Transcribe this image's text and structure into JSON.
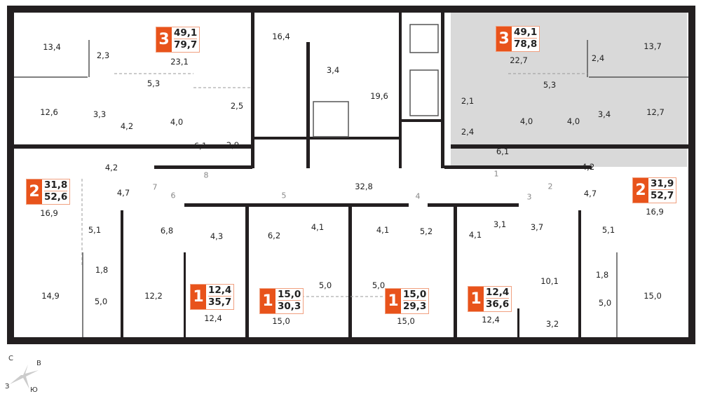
{
  "apartments": [
    {
      "rooms": "3",
      "living_area": "49,1",
      "total_area": "79,7",
      "highlighted": false
    },
    {
      "rooms": "3",
      "living_area": "49,1",
      "total_area": "78,8",
      "highlighted": true
    },
    {
      "rooms": "2",
      "living_area": "31,8",
      "total_area": "52,6",
      "highlighted": false
    },
    {
      "rooms": "2",
      "living_area": "31,9",
      "total_area": "52,7",
      "highlighted": false
    },
    {
      "rooms": "1",
      "living_area": "12,4",
      "total_area": "35,7",
      "highlighted": false
    },
    {
      "rooms": "1",
      "living_area": "15,0",
      "total_area": "30,3",
      "highlighted": false
    },
    {
      "rooms": "1",
      "living_area": "15,0",
      "total_area": "29,3",
      "highlighted": false
    },
    {
      "rooms": "1",
      "living_area": "12,4",
      "total_area": "36,6",
      "highlighted": false
    }
  ],
  "room_areas": [
    "13,4",
    "2,3",
    "23,1",
    "5,3",
    "12,6",
    "3,3",
    "4,2",
    "4,0",
    "6,1",
    "2,5",
    "2,9",
    "16,4",
    "3,4",
    "19,6",
    "4,2",
    "4,7",
    "16,9",
    "5,1",
    "6,8",
    "4,3",
    "6,2",
    "4,1",
    "4,1",
    "5,2",
    "4,1",
    "3,1",
    "3,7",
    "16,9",
    "5,1",
    "1,8",
    "14,9",
    "5,0",
    "12,2",
    "12,4",
    "15,0",
    "5,0",
    "5,0",
    "15,0",
    "12,4",
    "10,1",
    "3,2",
    "1,8",
    "5,0",
    "15,0",
    "32,8",
    "22,7",
    "2,4",
    "13,7",
    "5,3",
    "2,1",
    "2,4",
    "4,0",
    "4,0",
    "3,4",
    "12,7",
    "6,1",
    "4,2",
    "4,7"
  ],
  "door_numbers": [
    "1",
    "2",
    "3",
    "4",
    "5",
    "6",
    "7",
    "8"
  ],
  "compass": {
    "north": "С",
    "east": "В",
    "west": "З",
    "south": "Ю"
  },
  "colors": {
    "accent": "#e8531b",
    "highlight_fill": "#d9d9d9",
    "wall": "#231f20"
  }
}
